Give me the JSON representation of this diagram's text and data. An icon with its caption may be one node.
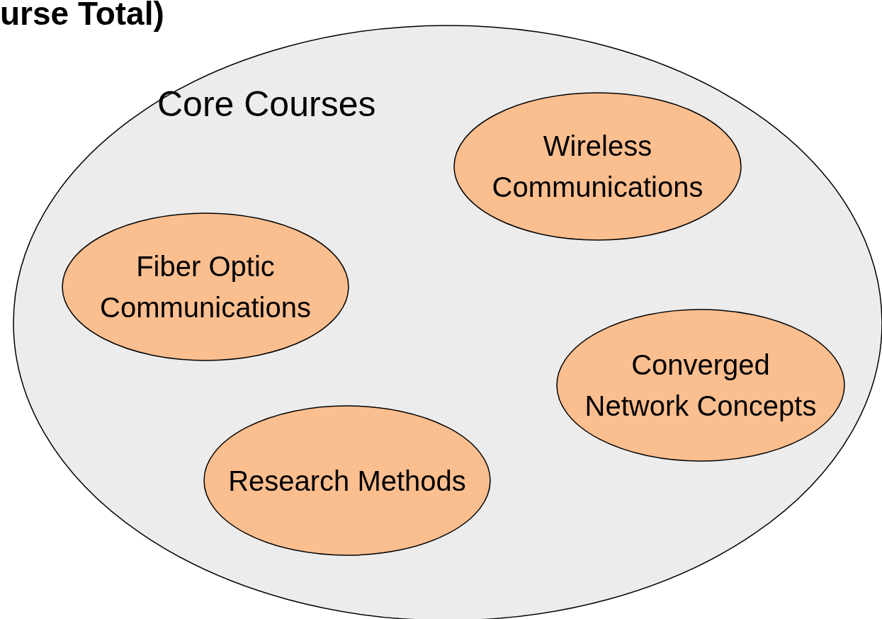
{
  "diagram": {
    "title": "urse Total)",
    "nodes": [
      {
        "text": [
          "Core Courses"
        ]
      },
      {
        "text": [
          "Wireless Communications"
        ],
        "in": 0
      },
      {
        "text": [
          "Fiber Optic Communications"
        ],
        "in": 0
      },
      {
        "text": [
          "Converged Network Concepts"
        ],
        "in": 0
      },
      {
        "text": [
          "Research Methods"
        ],
        "in": 0
      }
    ]
  }
}
